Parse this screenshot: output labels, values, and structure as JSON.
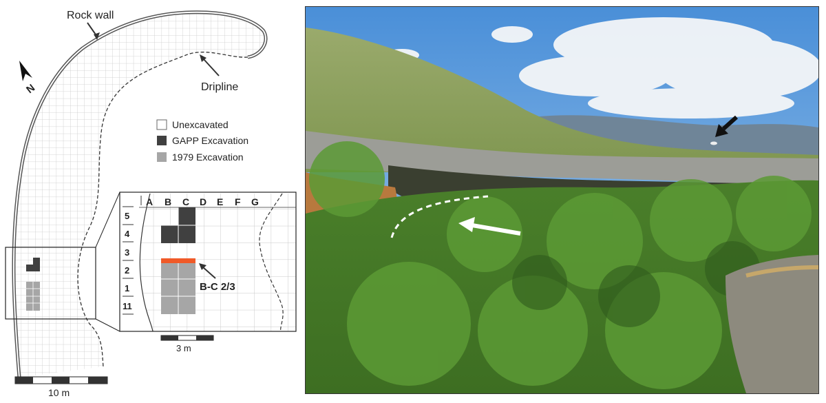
{
  "figure": {
    "site_plan": {
      "callouts": {
        "rock_wall": "Rock wall",
        "dripline": "Dripline",
        "north": "N"
      },
      "legend": [
        {
          "label": "Unexcavated",
          "color": "#ffffff"
        },
        {
          "label": "GAPP Excavation",
          "color": "#404040"
        },
        {
          "label": "1979 Excavation",
          "color": "#a6a6a6"
        }
      ],
      "scale_bar_label": "10 m"
    },
    "inset": {
      "column_labels": [
        "A",
        "B",
        "C",
        "D",
        "E",
        "F",
        "G"
      ],
      "row_labels": [
        "5",
        "4",
        "3",
        "2",
        "1",
        "11"
      ],
      "callout": "B-C 2/3",
      "callout_color": "#f05a28",
      "scale_bar_label": "3 m"
    },
    "photo": {
      "sky_color": "#5ea2e0",
      "vegetation_color": "#4e8a2e"
    }
  }
}
